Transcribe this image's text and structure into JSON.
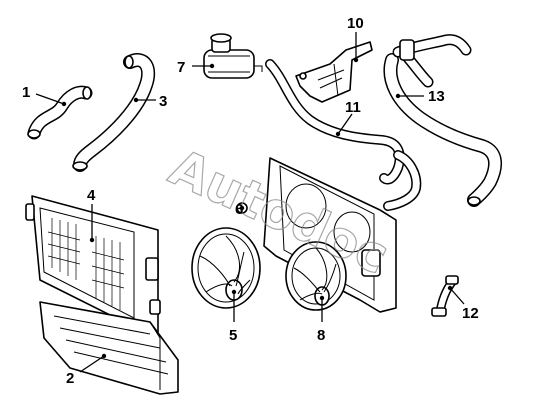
{
  "watermark": "Autodoc",
  "callouts": {
    "c1": "1",
    "c2": "2",
    "c3": "3",
    "c4": "4",
    "c5": "5",
    "c6": "6",
    "c7": "7",
    "c8": "8",
    "c10": "10",
    "c11": "11",
    "c12": "12",
    "c13": "13"
  }
}
